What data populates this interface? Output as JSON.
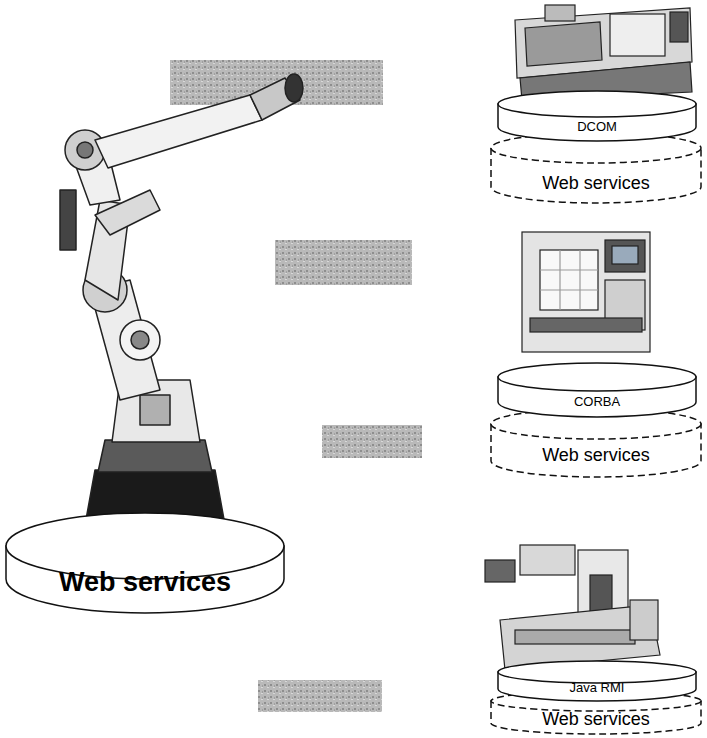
{
  "diagram": {
    "nodes": [
      {
        "text": [
          "Web services"
        ]
      },
      {
        "text": [
          "DCOM"
        ]
      },
      {
        "text": [
          "Web services"
        ]
      },
      {
        "text": [
          "CORBA"
        ]
      },
      {
        "text": [
          "Web services"
        ]
      },
      {
        "text": [
          "Java RMI"
        ]
      },
      {
        "text": [
          "Web services"
        ]
      }
    ]
  }
}
